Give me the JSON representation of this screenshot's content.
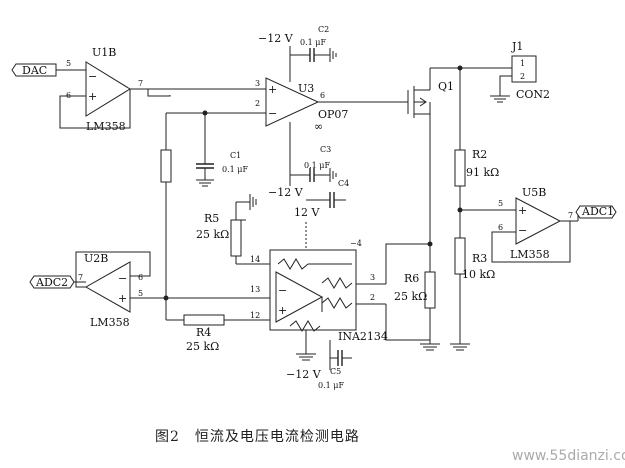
{
  "caption": "图2　恒流及电压电流检测电路",
  "watermark": "www.55dianzi.com",
  "labels": {
    "dac": "DAC",
    "adc2": "ADC2",
    "adc1": "ADC1",
    "u1b": "U1B",
    "u2b": "U2B",
    "u3": "U3",
    "u5b": "U5B",
    "lm358": "LM358",
    "op07": "OP07",
    "ina": "INA2134",
    "q1": "Q1",
    "j1": "J1",
    "con2": "CON2",
    "c1": "C1",
    "c2": "C2",
    "c3": "C3",
    "c4": "C4",
    "c5": "C5",
    "cap_val": "0.1 μF",
    "r2": "R2",
    "r2v": "91 kΩ",
    "r3": "R3",
    "r3v": "10 kΩ",
    "r4": "R4",
    "r5": "R5",
    "r6": "R6",
    "r25": "25 kΩ",
    "vneg": "−12 V",
    "vpos": "12 V",
    "inf": "∞",
    "minus4": "−4",
    "p5": "5",
    "p6": "6",
    "p7": "7",
    "p3": "3",
    "p2": "2",
    "p14": "14",
    "p13": "13",
    "p12": "12",
    "p1": "1",
    "p2c": "2",
    "plus": "+",
    "minus": "−"
  }
}
